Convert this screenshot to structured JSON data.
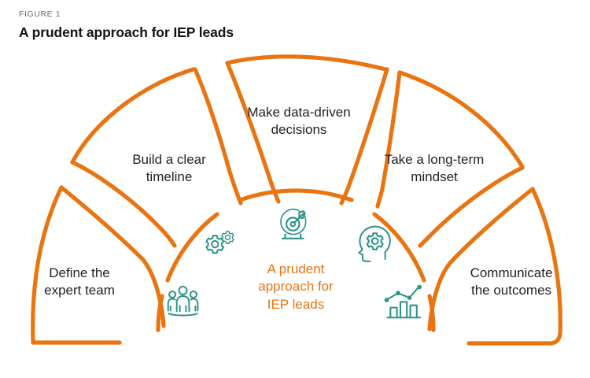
{
  "header": {
    "figure_label": "FIGURE 1",
    "title": "A prudent approach for IEP leads"
  },
  "colors": {
    "orange": "#E87511",
    "teal": "#2A9286",
    "text_dark": "#231F20",
    "label_gray": "#6B6B73",
    "background": "#FFFFFF"
  },
  "diagram": {
    "type": "radial-fan",
    "center": {
      "label": "A prudent\napproach for\nIEP leads",
      "icon": "target-arrow-icon",
      "color": "#E87511"
    },
    "segments": [
      {
        "index": 0,
        "label": "Define the\nexpert team",
        "icon": "none"
      },
      {
        "index": 1,
        "label": "Build a clear\ntimeline",
        "icon": "none"
      },
      {
        "index": 2,
        "label": "Make data-driven\ndecisions",
        "icon": "none"
      },
      {
        "index": 3,
        "label": "Take a long-term\nmindset",
        "icon": "none"
      },
      {
        "index": 4,
        "label": "Communicate\nthe outcomes",
        "icon": "none"
      }
    ],
    "inner_icons": [
      {
        "index": 0,
        "name": "people-group-icon",
        "alt": "team of three people"
      },
      {
        "index": 1,
        "name": "gears-icon",
        "alt": "two interlocking gears"
      },
      {
        "index": 2,
        "name": "target-arrow-icon",
        "alt": "bullseye with arrow"
      },
      {
        "index": 3,
        "name": "head-gear-icon",
        "alt": "profile head with gear"
      },
      {
        "index": 4,
        "name": "bar-line-chart-icon",
        "alt": "bar chart with trend line"
      }
    ]
  }
}
